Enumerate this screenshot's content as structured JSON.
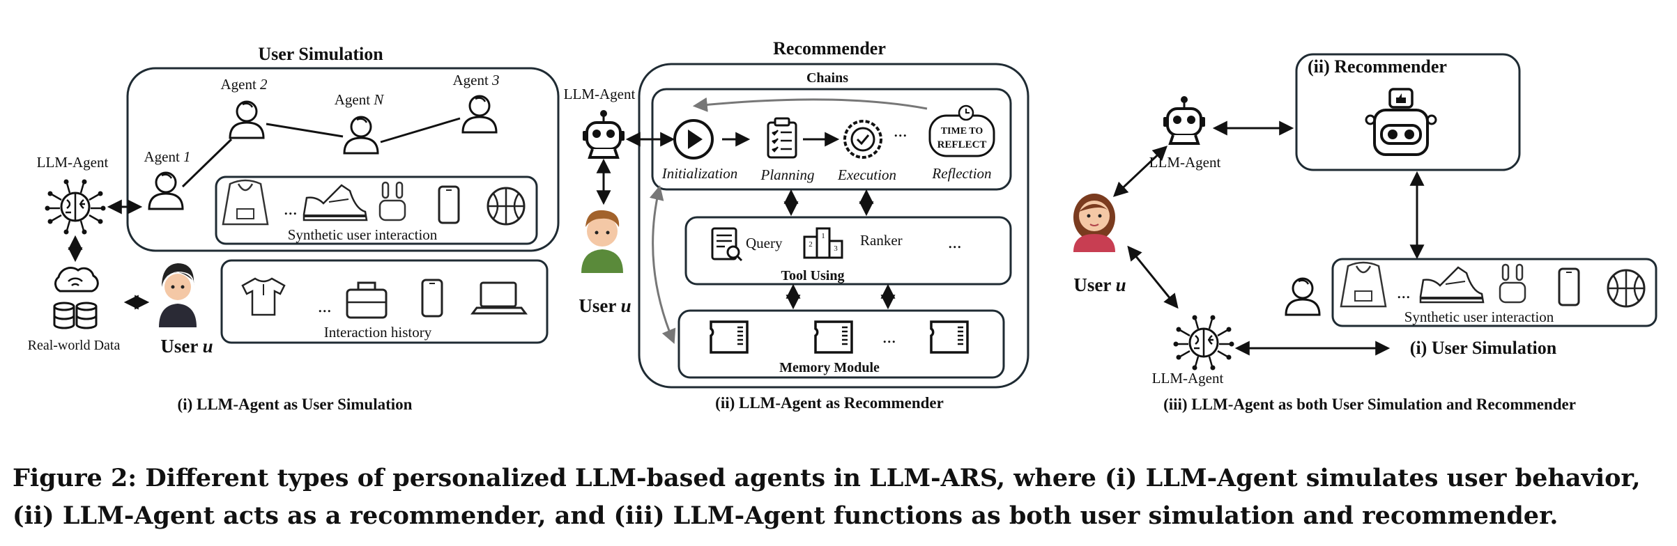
{
  "panel_i": {
    "title": "User Simulation",
    "caption": "(i) LLM-Agent as User Simulation",
    "agents": [
      "Agent ",
      "Agent ",
      "Agent ",
      "Agent "
    ],
    "agent_ids": [
      "1",
      "2",
      "N",
      "3"
    ],
    "llm_agent": "LLM-Agent",
    "synthetic": "Synthetic user interaction",
    "ellipsis": "...",
    "history": "Interaction history",
    "data_label": "Real-world Data",
    "user": "User ",
    "user_var": "u"
  },
  "panel_ii": {
    "title": "Recommender",
    "caption": "(ii) LLM-Agent as Recommender",
    "chains": "Chains",
    "llm_agent": "LLM-Agent",
    "steps": [
      "Initialization",
      "Planning",
      "Execution",
      "Reflection"
    ],
    "ellipsis": "...",
    "time_to": "TIME TO",
    "reflect": "REFLECT",
    "query": "Query",
    "ranker": "Ranker",
    "tool_using": "Tool Using",
    "memory": "Memory Module",
    "user": "User ",
    "user_var": "u"
  },
  "panel_iii": {
    "caption": "(iii) LLM-Agent as both User Simulation and Recommender",
    "recommender": "(ii) Recommender",
    "llm_agent_top": "LLM-Agent",
    "llm_agent_bottom": "LLM-Agent",
    "synthetic": "Synthetic user interaction",
    "ellipsis": "...",
    "user_sim": "(i) User Simulation",
    "user": "User ",
    "user_var": "u"
  },
  "figure_caption": "Figure 2: Different types of personalized LLM-based agents in LLM-ARS, where (i) LLM-Agent simulates user behavior, (ii) LLM-Agent acts as a recommender, and (iii) LLM-Agent functions as both user simulation and recommender."
}
